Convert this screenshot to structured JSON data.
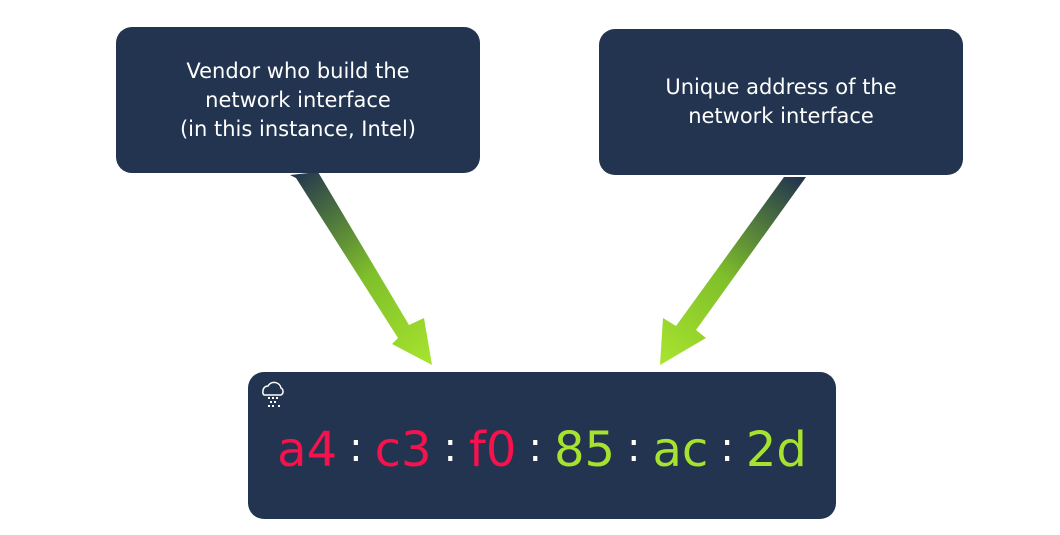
{
  "callouts": {
    "vendor": {
      "text": "Vendor who build the\nnetwork interface\n(in this instance, Intel)"
    },
    "device": {
      "text": "Unique address of the\nnetwork interface"
    }
  },
  "mac_address": {
    "octets": [
      {
        "value": "a4",
        "group": "vendor"
      },
      {
        "value": "c3",
        "group": "vendor"
      },
      {
        "value": "f0",
        "group": "vendor"
      },
      {
        "value": "85",
        "group": "device"
      },
      {
        "value": "ac",
        "group": "device"
      },
      {
        "value": "2d",
        "group": "device"
      }
    ],
    "separator": ":"
  },
  "colors": {
    "box_background": "#22344f",
    "vendor_octets": "#f5124d",
    "device_octets": "#a6e22e",
    "arrow_start": "#22344f",
    "arrow_end": "#a6e22e"
  },
  "icons": {
    "logo": "cloud-circuit-logo-icon"
  }
}
